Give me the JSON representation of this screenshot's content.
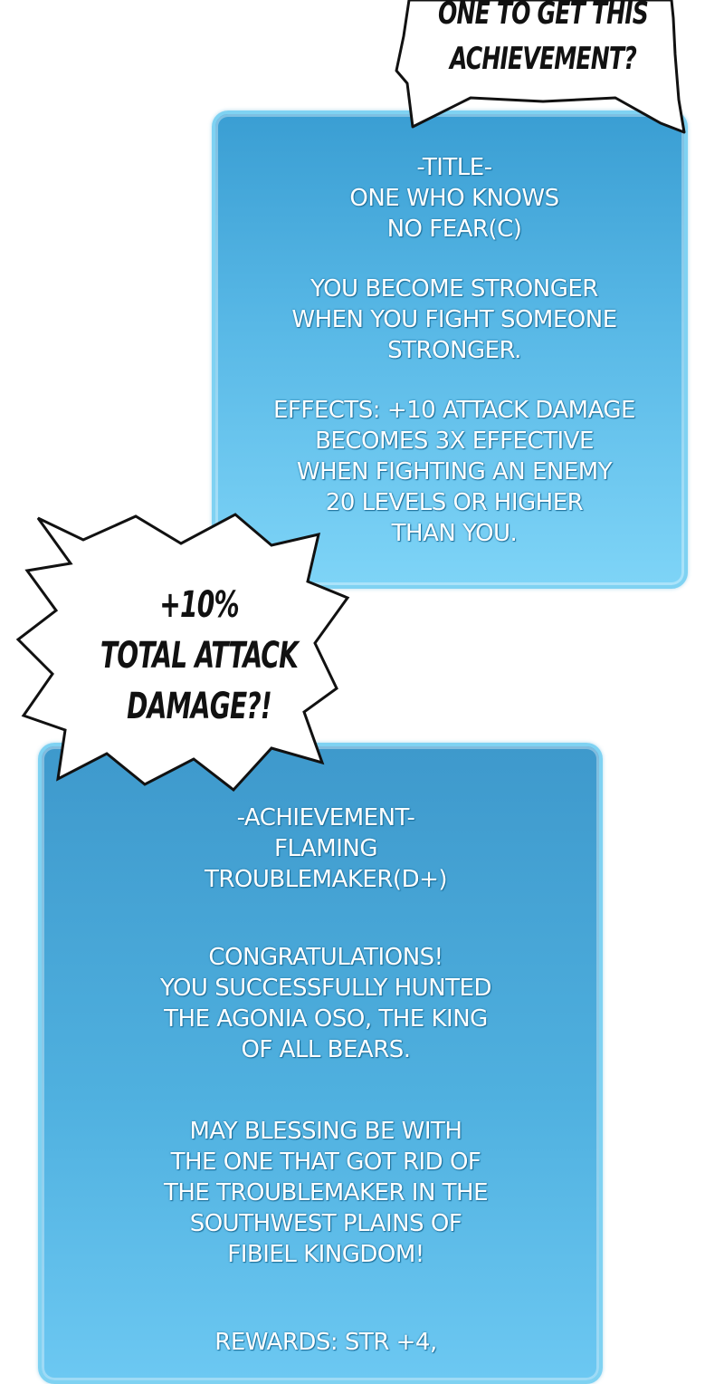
{
  "top_bubble": {
    "lines": [
      "ONE TO GET THIS",
      "ACHIEVEMENT?"
    ]
  },
  "title_panel": {
    "header": "-TITLE-",
    "name_lines": [
      "ONE WHO KNOWS",
      "NO FEAR(C)"
    ],
    "description_lines": [
      "YOU BECOME STRONGER",
      "WHEN YOU FIGHT SOMEONE",
      "STRONGER."
    ],
    "effects_lines": [
      "EFFECTS: +10 ATTACK DAMAGE",
      "BECOMES 3X EFFECTIVE",
      "WHEN FIGHTING AN ENEMY",
      "20 LEVELS OR HIGHER",
      "THAN YOU."
    ]
  },
  "middle_bubble": {
    "lines": [
      "+10%",
      "TOTAL ATTACK",
      "DAMAGE?!"
    ]
  },
  "achievement_panel": {
    "header": "-ACHIEVEMENT-",
    "name_lines": [
      "FLAMING",
      "TROUBLEMAKER(D+)"
    ],
    "congrats_lines": [
      "CONGRATULATIONS!",
      "YOU SUCCESSFULLY HUNTED",
      "THE AGONIA OSO, THE KING",
      "OF ALL BEARS."
    ],
    "blessing_lines": [
      "MAY BLESSING BE WITH",
      "THE ONE THAT GOT RID OF",
      "THE TROUBLEMAKER IN THE",
      "SOUTHWEST PLAINS OF",
      "FIBIEL KINGDOM!"
    ],
    "rewards_line": "REWARDS: STR +4,"
  }
}
